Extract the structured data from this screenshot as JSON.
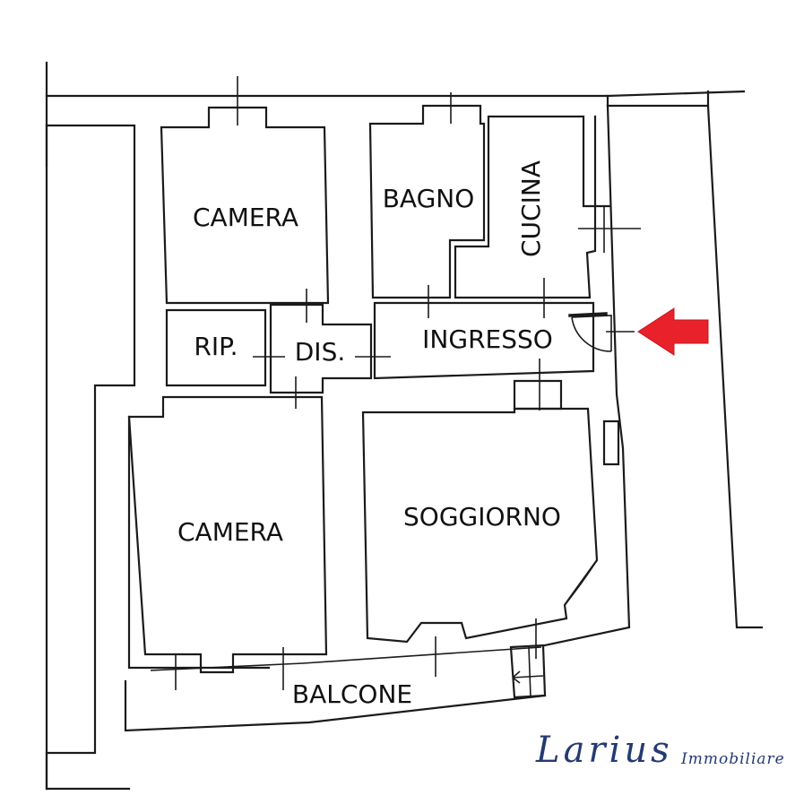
{
  "rooms": {
    "camera_top": "CAMERA",
    "bagno": "BAGNO",
    "cucina": "CUCINA",
    "rip": "RIP.",
    "dis": "DIS.",
    "ingresso": "INGRESSO",
    "camera_bottom": "CAMERA",
    "soggiorno": "SOGGIORNO",
    "balcone": "BALCONE"
  },
  "brand": {
    "name": "Larius",
    "tagline": "Immobiliare",
    "color": "#243a73"
  },
  "entrance_arrow": {
    "color": "#e8212a",
    "icon": "arrow-left-icon"
  },
  "line_color": "#1b1b1b"
}
